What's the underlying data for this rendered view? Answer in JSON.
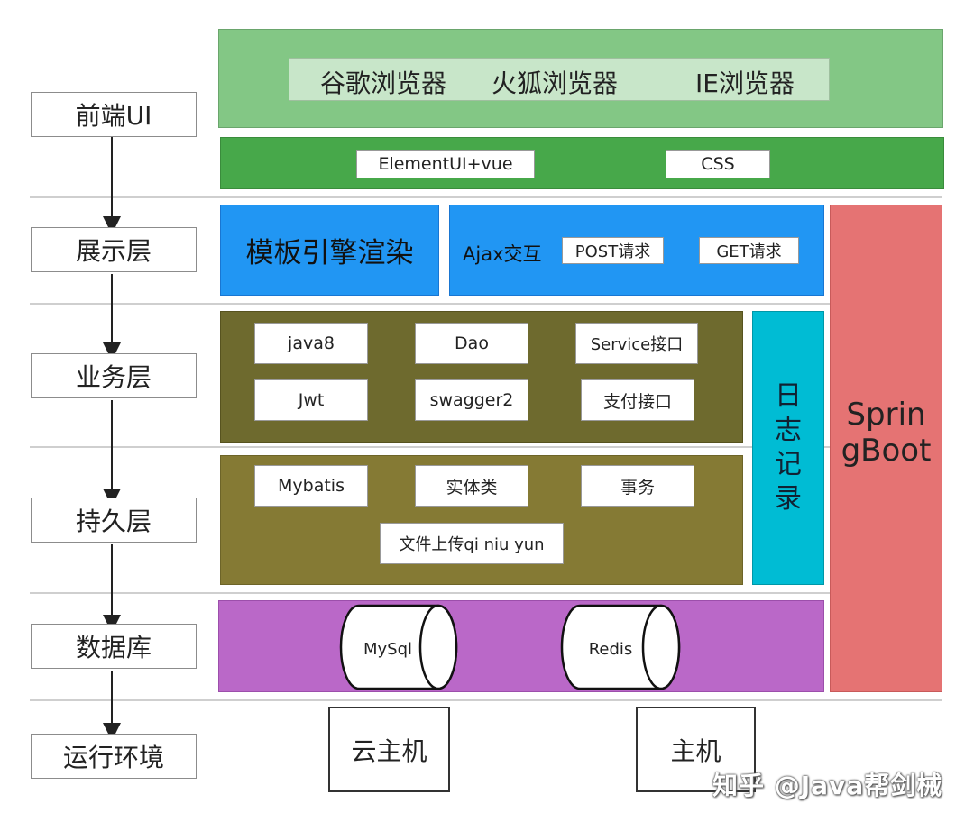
{
  "layers": {
    "frontend": "前端UI",
    "presentation": "展示层",
    "business": "业务层",
    "persistence": "持久层",
    "database": "数据库",
    "runtime": "运行环境"
  },
  "frontend": {
    "browsers": [
      "谷歌浏览器",
      "火狐浏览器",
      "IE浏览器"
    ],
    "libs": [
      "ElementUI+vue",
      "CSS"
    ]
  },
  "presentation": {
    "template": "模板引擎渲染",
    "ajax": "Ajax交互",
    "post": "POST请求",
    "get": "GET请求"
  },
  "business": {
    "items": [
      "java8",
      "Dao",
      "Service接口",
      "Jwt",
      "swagger2",
      "支付接口"
    ]
  },
  "persistence": {
    "items": [
      "Mybatis",
      "实体类",
      "事务",
      "文件上传qi niu yun"
    ]
  },
  "logging": [
    "日",
    "志",
    "记",
    "录"
  ],
  "springboot": [
    "Sprin",
    "gBoot"
  ],
  "database": {
    "items": [
      "MySql",
      "Redis"
    ]
  },
  "runtime": {
    "items": [
      "云主机",
      "主机"
    ]
  },
  "watermark": "知乎 @Java帮剑械",
  "colors": {
    "frontend_top": "#83c785",
    "frontend_bottom": "#47a84a",
    "presentation": "#2196f3",
    "business": "#6e6a2e",
    "persistence": "#857a34",
    "logging": "#00bcd4",
    "springboot": "#e57373",
    "database": "#ba68c8"
  }
}
